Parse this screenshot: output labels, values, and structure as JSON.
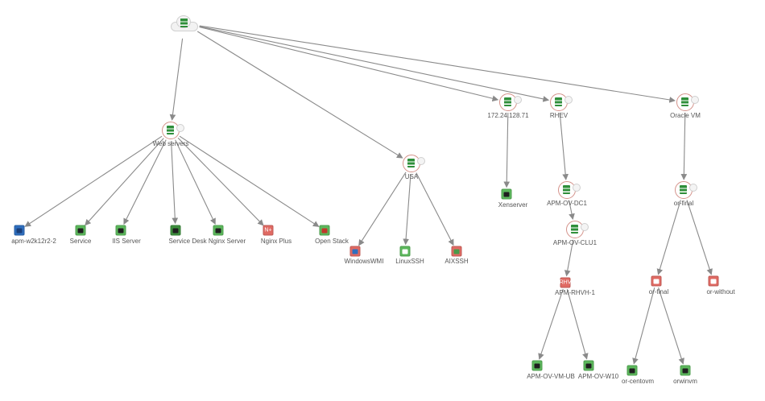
{
  "nodes": {
    "root": {
      "label": "",
      "icon": "cloud-group-icon"
    },
    "web_servers": {
      "label": "Web servers",
      "icon": "server-group-icon"
    },
    "usa": {
      "label": "USA",
      "icon": "server-group-icon"
    },
    "ip_172": {
      "label": "172.24.128.71",
      "icon": "server-group-icon"
    },
    "rhev": {
      "label": "RHEV",
      "icon": "server-group-icon"
    },
    "oracle_vm": {
      "label": "Oracle VM",
      "icon": "server-group-icon"
    },
    "apm_w2k12r2": {
      "label": "apm-w2k12r2-2",
      "icon": "windows-monitor-icon"
    },
    "service": {
      "label": "Service",
      "icon": "service-monitor-icon"
    },
    "iis_server": {
      "label": "IIS Server",
      "icon": "iis-monitor-icon"
    },
    "service_desk": {
      "label": "Service Desk",
      "icon": "service-desk-monitor-icon"
    },
    "nginx_server": {
      "label": "Nginx Server",
      "icon": "nginx-monitor-icon"
    },
    "nginx_plus": {
      "label": "Nginx Plus",
      "icon": "nginx-plus-monitor-icon"
    },
    "open_stack": {
      "label": "Open Stack",
      "icon": "openstack-monitor-icon"
    },
    "windowswmi": {
      "label": "WindowsWMI",
      "icon": "windows-monitor-icon"
    },
    "linuxssh": {
      "label": "LinuxSSH",
      "icon": "linux-monitor-icon"
    },
    "aixssh": {
      "label": "AIXSSH",
      "icon": "aix-monitor-icon"
    },
    "xenserver": {
      "label": "Xenserver",
      "icon": "xenserver-monitor-icon"
    },
    "apm_ov_dc1": {
      "label": "APM-OV-DC1",
      "icon": "datacenter-icon"
    },
    "apm_ov_clu1": {
      "label": "APM-OV-CLU1",
      "icon": "cluster-icon"
    },
    "apm_rhvh_1": {
      "label": "APM-RHVH-1",
      "icon": "host-monitor-icon"
    },
    "apm_ov_vm_ub": {
      "label": "APM-OV-VM-UB",
      "icon": "vm-monitor-icon"
    },
    "apm_ov_w10": {
      "label": "APM-OV-W10",
      "icon": "vm-monitor-icon"
    },
    "or_final_group": {
      "label": "or-final",
      "icon": "server-group-icon"
    },
    "or_final_host": {
      "label": "or-final",
      "icon": "host-monitor-icon"
    },
    "or_without": {
      "label": "or-without",
      "icon": "host-monitor-icon"
    },
    "or_centovm": {
      "label": "or-centovm",
      "icon": "vm-monitor-icon"
    },
    "orwinvm": {
      "label": "orwinvm",
      "icon": "vm-monitor-icon"
    }
  },
  "edges": [
    [
      "root",
      "web_servers"
    ],
    [
      "root",
      "usa"
    ],
    [
      "root",
      "ip_172"
    ],
    [
      "root",
      "rhev"
    ],
    [
      "root",
      "oracle_vm"
    ],
    [
      "web_servers",
      "apm_w2k12r2"
    ],
    [
      "web_servers",
      "service"
    ],
    [
      "web_servers",
      "iis_server"
    ],
    [
      "web_servers",
      "service_desk"
    ],
    [
      "web_servers",
      "nginx_server"
    ],
    [
      "web_servers",
      "nginx_plus"
    ],
    [
      "web_servers",
      "open_stack"
    ],
    [
      "usa",
      "windowswmi"
    ],
    [
      "usa",
      "linuxssh"
    ],
    [
      "usa",
      "aixssh"
    ],
    [
      "ip_172",
      "xenserver"
    ],
    [
      "rhev",
      "apm_ov_dc1"
    ],
    [
      "apm_ov_dc1",
      "apm_ov_clu1"
    ],
    [
      "apm_ov_clu1",
      "apm_rhvh_1"
    ],
    [
      "apm_rhvh_1",
      "apm_ov_vm_ub"
    ],
    [
      "apm_rhvh_1",
      "apm_ov_w10"
    ],
    [
      "oracle_vm",
      "or_final_group"
    ],
    [
      "or_final_group",
      "or_final_host"
    ],
    [
      "or_final_group",
      "or_without"
    ],
    [
      "or_final_host",
      "or_centovm"
    ],
    [
      "or_final_host",
      "orwinvm"
    ]
  ],
  "colors": {
    "edge": "#8a8a8a",
    "status_up": "#5cb85c",
    "status_down": "#e06a63",
    "group_ring": "#d4928a"
  }
}
